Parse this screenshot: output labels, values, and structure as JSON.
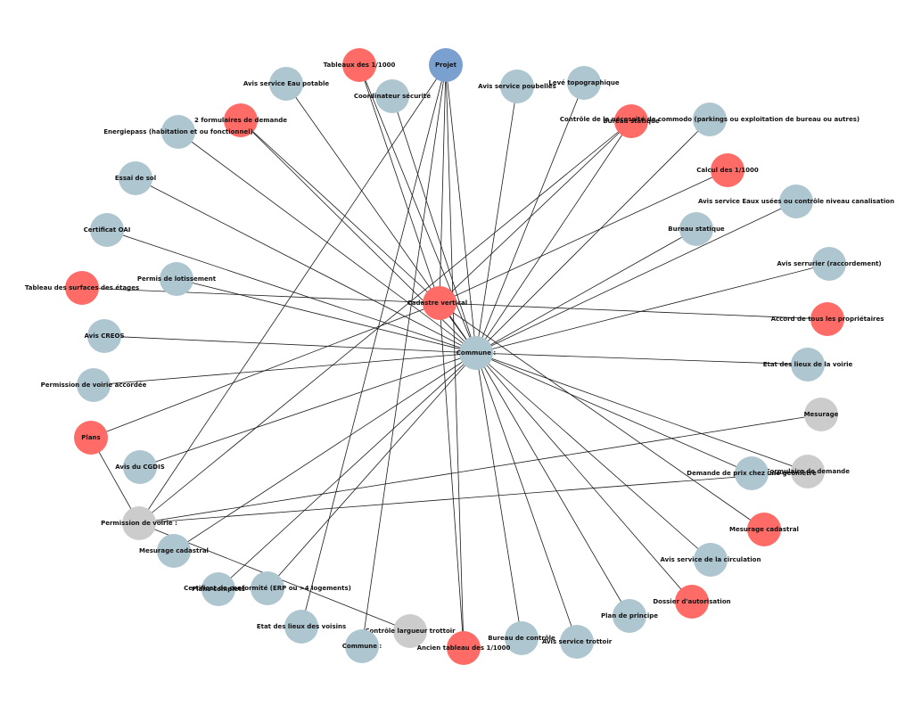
{
  "colors": {
    "red": "#ff6b66",
    "blue": "#7aa0cf",
    "teal": "#aec6d0",
    "gray": "#cccccc",
    "edge": "#1a1a1a"
  },
  "nodes": [
    {
      "id": "projet",
      "label": "Projet",
      "color": "blue"
    },
    {
      "id": "tableaux",
      "label": "Tableaux des 1/1000",
      "color": "red"
    },
    {
      "id": "avis-eau",
      "label": "Avis service Eau potable",
      "color": "teal"
    },
    {
      "id": "coordinateur",
      "label": "Coordinateur sécurité",
      "color": "teal"
    },
    {
      "id": "poubelles",
      "label": "Avis service poubelles",
      "color": "teal"
    },
    {
      "id": "leve",
      "label": "Levé topographique",
      "color": "teal"
    },
    {
      "id": "deux-formulaires",
      "label": "2 formulaires de demande",
      "color": "red"
    },
    {
      "id": "energiepass",
      "label": "Energiepass (habitation et ou fonctionnel)",
      "color": "teal"
    },
    {
      "id": "bureau-statique-red",
      "label": "Bureau statique",
      "color": "red"
    },
    {
      "id": "controle-commodo",
      "label": "Contrôle de la nécessité de commodo (parkings ou exploitation de bureau ou autres)",
      "color": "teal"
    },
    {
      "id": "essai-sol",
      "label": "Essai de sol",
      "color": "teal"
    },
    {
      "id": "calcul",
      "label": "Calcul des 1/1000",
      "color": "red"
    },
    {
      "id": "avis-eaux-usees",
      "label": "Avis service Eaux usées ou contrôle niveau canalisation",
      "color": "teal"
    },
    {
      "id": "certificat-oai",
      "label": "Certificat OAI",
      "color": "teal"
    },
    {
      "id": "bureau-statique",
      "label": "Bureau statique",
      "color": "teal"
    },
    {
      "id": "avis-serrurier",
      "label": "Avis serrurier (raccordement)",
      "color": "teal"
    },
    {
      "id": "tableau-surfaces",
      "label": "Tableau des surfaces des étages",
      "color": "red"
    },
    {
      "id": "permis-lotissement",
      "label": "Permis de lotissement",
      "color": "teal"
    },
    {
      "id": "cadastre-vertical",
      "label": "Cadastre vertical :",
      "color": "red"
    },
    {
      "id": "accord",
      "label": "Accord de tous les propriétaires",
      "color": "red"
    },
    {
      "id": "avis-creos",
      "label": "Avis CREOS",
      "color": "teal"
    },
    {
      "id": "commune-center",
      "label": "Commune :",
      "color": "teal"
    },
    {
      "id": "etat-voirie",
      "label": "Etat des lieux de la voirie",
      "color": "teal"
    },
    {
      "id": "permission-accordee",
      "label": "Permission de voirie accordée",
      "color": "teal"
    },
    {
      "id": "mesurage",
      "label": "Mesurage",
      "color": "gray"
    },
    {
      "id": "plans",
      "label": "Plans",
      "color": "red"
    },
    {
      "id": "avis-cgdis",
      "label": "Avis du CGDIS",
      "color": "teal"
    },
    {
      "id": "formulaire-demande",
      "label": "Formulaire de demande",
      "color": "gray"
    },
    {
      "id": "demande-prix",
      "label": "Demande de prix chez une géomètre",
      "color": "teal"
    },
    {
      "id": "permission-voirie",
      "label": "Permission de voirie :",
      "color": "gray"
    },
    {
      "id": "mesurage-cadastral-red",
      "label": "Mesurage cadastral",
      "color": "red"
    },
    {
      "id": "mesurage-cadastral",
      "label": "Mesurage cadastral",
      "color": "teal"
    },
    {
      "id": "avis-circulation",
      "label": "Avis service de la circulation",
      "color": "teal"
    },
    {
      "id": "plans-complets",
      "label": "Plans complets",
      "color": "teal"
    },
    {
      "id": "certificat-conformite",
      "label": "Certificat de conformité (ERP ou >4 logements)",
      "color": "teal"
    },
    {
      "id": "dossier",
      "label": "Dossier d'autorisation",
      "color": "red"
    },
    {
      "id": "plan-principe",
      "label": "Plan de principe",
      "color": "teal"
    },
    {
      "id": "etat-voisins",
      "label": "Etat des lieux des voisins",
      "color": "teal"
    },
    {
      "id": "controle-trottoir",
      "label": "Contrôle largueur trottoir",
      "color": "gray"
    },
    {
      "id": "bureau-controle",
      "label": "Bureau de contrôle",
      "color": "teal"
    },
    {
      "id": "avis-trottoir",
      "label": "Avis service trottoir",
      "color": "teal"
    },
    {
      "id": "commune-bottom",
      "label": "Commune :",
      "color": "teal"
    },
    {
      "id": "ancien-tableau",
      "label": "Ancien tableau des 1/1000",
      "color": "red"
    }
  ],
  "edges": [
    [
      "projet",
      "permission-voirie"
    ],
    [
      "projet",
      "commune-bottom"
    ],
    [
      "projet",
      "ancien-tableau"
    ],
    [
      "projet",
      "commune-center"
    ],
    [
      "projet",
      "etat-voisins"
    ],
    [
      "projet",
      "cadastre-vertical"
    ],
    [
      "commune-center",
      "tableaux"
    ],
    [
      "commune-center",
      "avis-eau"
    ],
    [
      "commune-center",
      "coordinateur"
    ],
    [
      "commune-center",
      "poubelles"
    ],
    [
      "commune-center",
      "leve"
    ],
    [
      "commune-center",
      "deux-formulaires"
    ],
    [
      "commune-center",
      "energiepass"
    ],
    [
      "commune-center",
      "bureau-statique-red"
    ],
    [
      "commune-center",
      "controle-commodo"
    ],
    [
      "commune-center",
      "essai-sol"
    ],
    [
      "commune-center",
      "certificat-oai"
    ],
    [
      "commune-center",
      "avis-eaux-usees"
    ],
    [
      "commune-center",
      "bureau-statique"
    ],
    [
      "commune-center",
      "avis-serrurier"
    ],
    [
      "commune-center",
      "permis-lotissement"
    ],
    [
      "commune-center",
      "avis-creos"
    ],
    [
      "commune-center",
      "etat-voirie"
    ],
    [
      "commune-center",
      "permission-accordee"
    ],
    [
      "commune-center",
      "avis-cgdis"
    ],
    [
      "commune-center",
      "formulaire-demande"
    ],
    [
      "commune-center",
      "demande-prix"
    ],
    [
      "commune-center",
      "avis-circulation"
    ],
    [
      "commune-center",
      "mesurage-cadastral"
    ],
    [
      "commune-center",
      "plans-complets"
    ],
    [
      "commune-center",
      "dossier"
    ],
    [
      "commune-center",
      "plan-principe"
    ],
    [
      "commune-center",
      "bureau-controle"
    ],
    [
      "commune-center",
      "avis-trottoir"
    ],
    [
      "commune-center",
      "certificat-conformite"
    ],
    [
      "commune-center",
      "cadastre-vertical"
    ],
    [
      "cadastre-vertical",
      "tableau-surfaces"
    ],
    [
      "cadastre-vertical",
      "accord"
    ],
    [
      "cadastre-vertical",
      "calcul"
    ],
    [
      "cadastre-vertical",
      "bureau-statique-red"
    ],
    [
      "cadastre-vertical",
      "plans"
    ],
    [
      "cadastre-vertical",
      "mesurage-cadastral-red"
    ],
    [
      "cadastre-vertical",
      "ancien-tableau"
    ],
    [
      "cadastre-vertical",
      "tableaux"
    ],
    [
      "cadastre-vertical",
      "deux-formulaires"
    ],
    [
      "permission-voirie",
      "plans"
    ],
    [
      "permission-voirie",
      "mesurage"
    ],
    [
      "permission-voirie",
      "formulaire-demande"
    ],
    [
      "permission-voirie",
      "controle-trottoir"
    ],
    [
      "permission-voirie",
      "bureau-statique-red"
    ]
  ]
}
